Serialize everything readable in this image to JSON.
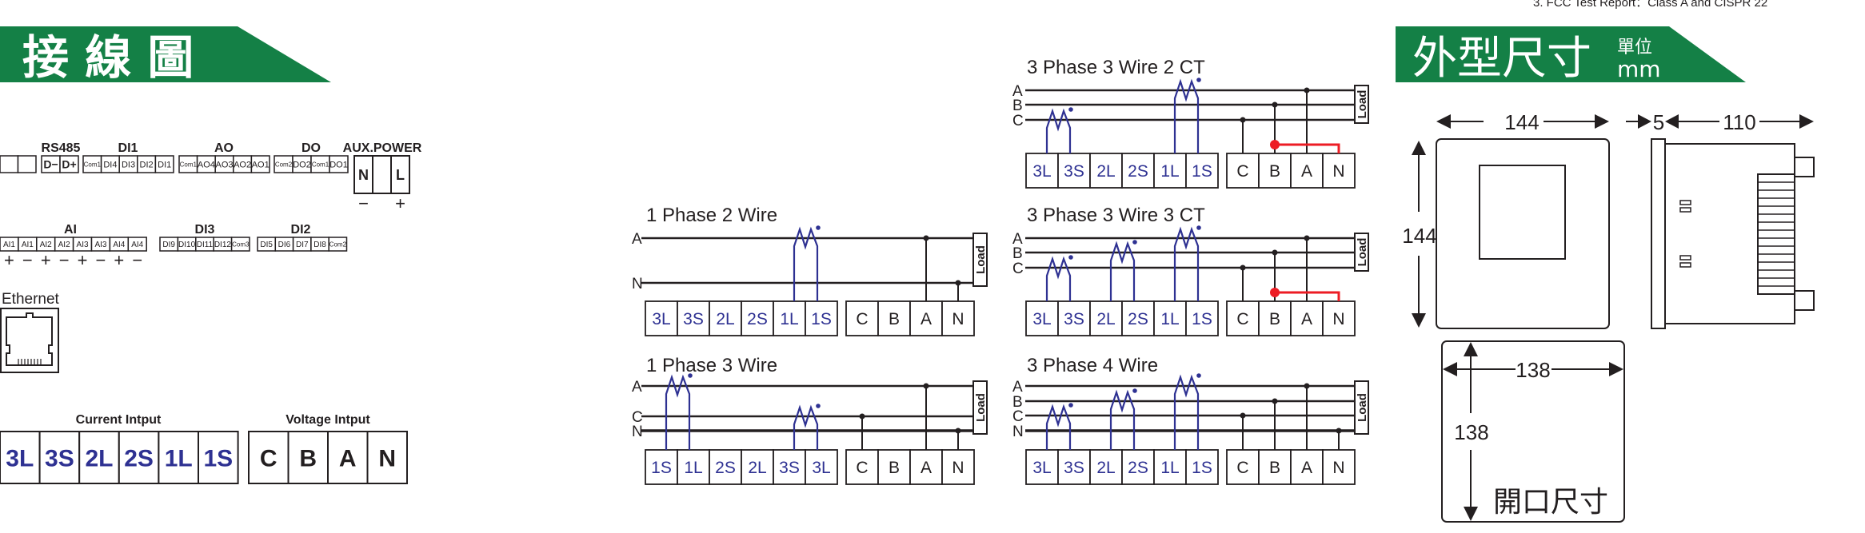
{
  "top_note": "3. FCC Test Report：Class A and CISPR 22",
  "headers": {
    "wiring_title": "接 線 圖",
    "dimensions_title": "外型尺寸",
    "dimensions_unit_top": "單位",
    "dimensions_unit_bottom": "mm"
  },
  "terminals": {
    "blank": {
      "cells": [
        "",
        ""
      ]
    },
    "rs485": {
      "label": "RS485",
      "cells": [
        "D−",
        "D+"
      ]
    },
    "di1": {
      "label": "DI1",
      "cells": [
        "Com1",
        "DI4",
        "DI3",
        "DI2",
        "DI1"
      ]
    },
    "ao": {
      "label": "AO",
      "cells": [
        "Com1",
        "AO4",
        "AO3",
        "AO2",
        "AO1"
      ]
    },
    "do": {
      "label": "DO",
      "cells": [
        "Com2",
        "DO2",
        "Com1",
        "DO1"
      ]
    },
    "aux": {
      "label": "AUX.POWER",
      "cells": [
        "N",
        "",
        "L"
      ],
      "polarity": [
        "−",
        "",
        "+"
      ]
    },
    "ai": {
      "label": "AI",
      "cells": [
        "AI1",
        "AI1",
        "AI2",
        "AI2",
        "AI3",
        "AI3",
        "AI4",
        "AI4"
      ],
      "polarity": [
        "+",
        "−",
        "+",
        "−",
        "+",
        "−",
        "+",
        "−"
      ]
    },
    "di3": {
      "label": "DI3",
      "cells": [
        "DI9",
        "DI10",
        "DI11",
        "DI12",
        "Com3"
      ]
    },
    "di2": {
      "label": "DI2",
      "cells": [
        "DI5",
        "DI6",
        "DI7",
        "DI8",
        "Com2"
      ]
    },
    "current": {
      "label": "Current Intput",
      "cells": [
        "3L",
        "3S",
        "2L",
        "2S",
        "1L",
        "1S"
      ]
    },
    "voltage": {
      "label": "Voltage Intput",
      "cells": [
        "C",
        "B",
        "A",
        "N"
      ]
    }
  },
  "ethernet": {
    "label": "Ethernet"
  },
  "diagrams": [
    {
      "title": "1 Phase 2 Wire",
      "lines": [
        "A",
        "N"
      ],
      "current": [
        "3L",
        "3S",
        "2L",
        "2S",
        "1L",
        "1S"
      ],
      "voltage": [
        "C",
        "B",
        "A",
        "N"
      ],
      "load": "Load"
    },
    {
      "title": "1 Phase 3 Wire",
      "lines": [
        "A",
        "C",
        "N"
      ],
      "current": [
        "1S",
        "1L",
        "2S",
        "2L",
        "3S",
        "3L"
      ],
      "voltage": [
        "C",
        "B",
        "A",
        "N"
      ],
      "load": "Load"
    },
    {
      "title": "3 Phase 3 Wire 2 CT",
      "lines": [
        "A",
        "B",
        "C"
      ],
      "current": [
        "3L",
        "3S",
        "2L",
        "2S",
        "1L",
        "1S"
      ],
      "voltage": [
        "C",
        "B",
        "A",
        "N"
      ],
      "load": "Load"
    },
    {
      "title": "3 Phase 3 Wire 3 CT",
      "lines": [
        "A",
        "B",
        "C"
      ],
      "current": [
        "3L",
        "3S",
        "2L",
        "2S",
        "1L",
        "1S"
      ],
      "voltage": [
        "C",
        "B",
        "A",
        "N"
      ],
      "load": "Load"
    },
    {
      "title": "3 Phase 4 Wire",
      "lines": [
        "A",
        "B",
        "C",
        "N"
      ],
      "current": [
        "3L",
        "3S",
        "2L",
        "2S",
        "1L",
        "1S"
      ],
      "voltage": [
        "C",
        "B",
        "A",
        "N"
      ],
      "load": "Load"
    }
  ],
  "dimensions": {
    "front_width": "144",
    "front_height": "144",
    "flange": "5",
    "depth": "110",
    "cutout_width": "138",
    "cutout_height": "138",
    "cutout_label": "開口尺寸"
  },
  "colors": {
    "banner": "#148046",
    "ink": "#231f20",
    "ct_blue": "#2e3192",
    "jumper_red": "#ed1c24"
  }
}
